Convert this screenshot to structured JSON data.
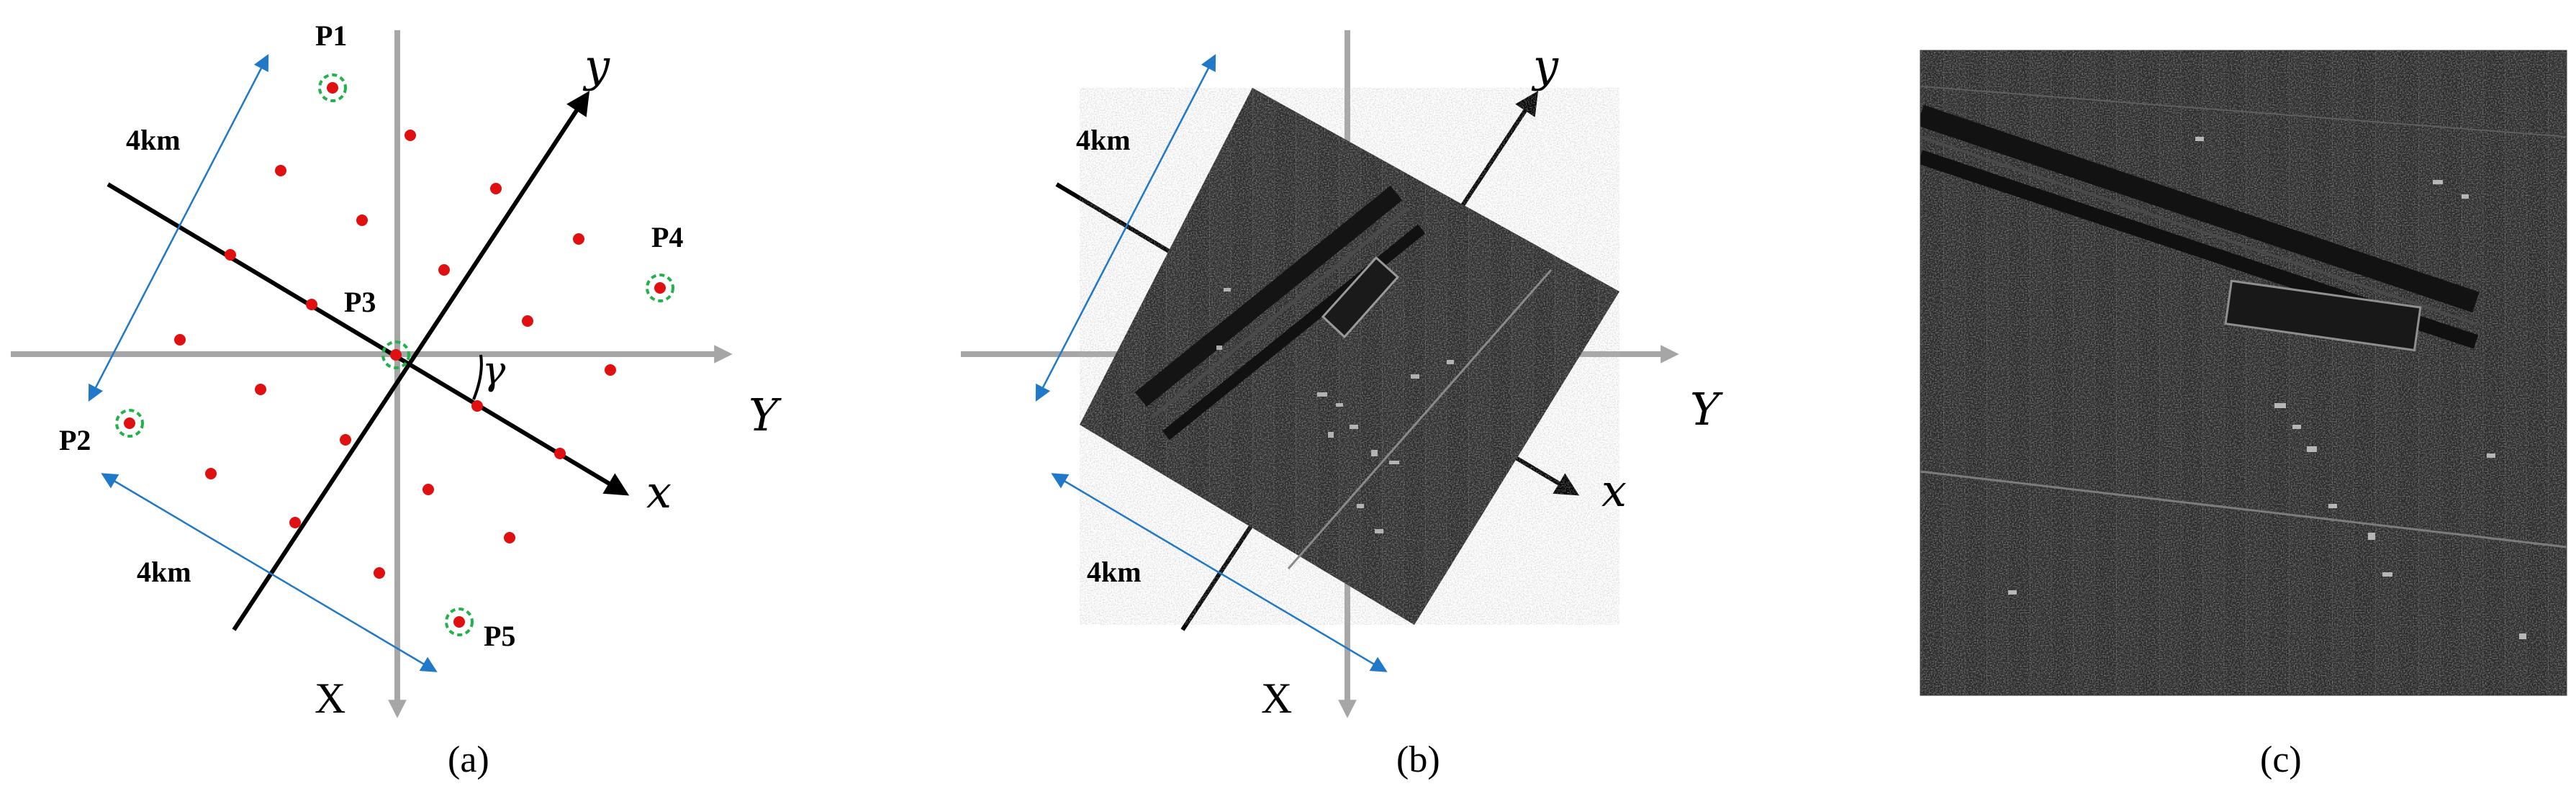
{
  "panels": {
    "a": {
      "caption": "(a)",
      "axis_labels": {
        "X": "X",
        "Y": "Y",
        "x": "x",
        "y": "y",
        "angle": "γ"
      },
      "distance_labels": {
        "top": "4km",
        "bottom": "4km"
      },
      "points": {
        "p1": "P1",
        "p2": "P2",
        "p3": "P3",
        "p4": "P4",
        "p5": "P5"
      }
    },
    "b": {
      "caption": "(b)",
      "axis_labels": {
        "X": "X",
        "Y": "Y",
        "x": "x",
        "y": "y"
      },
      "distance_labels": {
        "top": "4km",
        "bottom": "4km"
      }
    },
    "c": {
      "caption": "(c)"
    }
  },
  "colors": {
    "gray_axis": "#a6a6a6",
    "black_axis": "#000000",
    "blue_arrow": "#1f78c8",
    "point_red": "#e01010",
    "ring_green": "#22b24c"
  }
}
